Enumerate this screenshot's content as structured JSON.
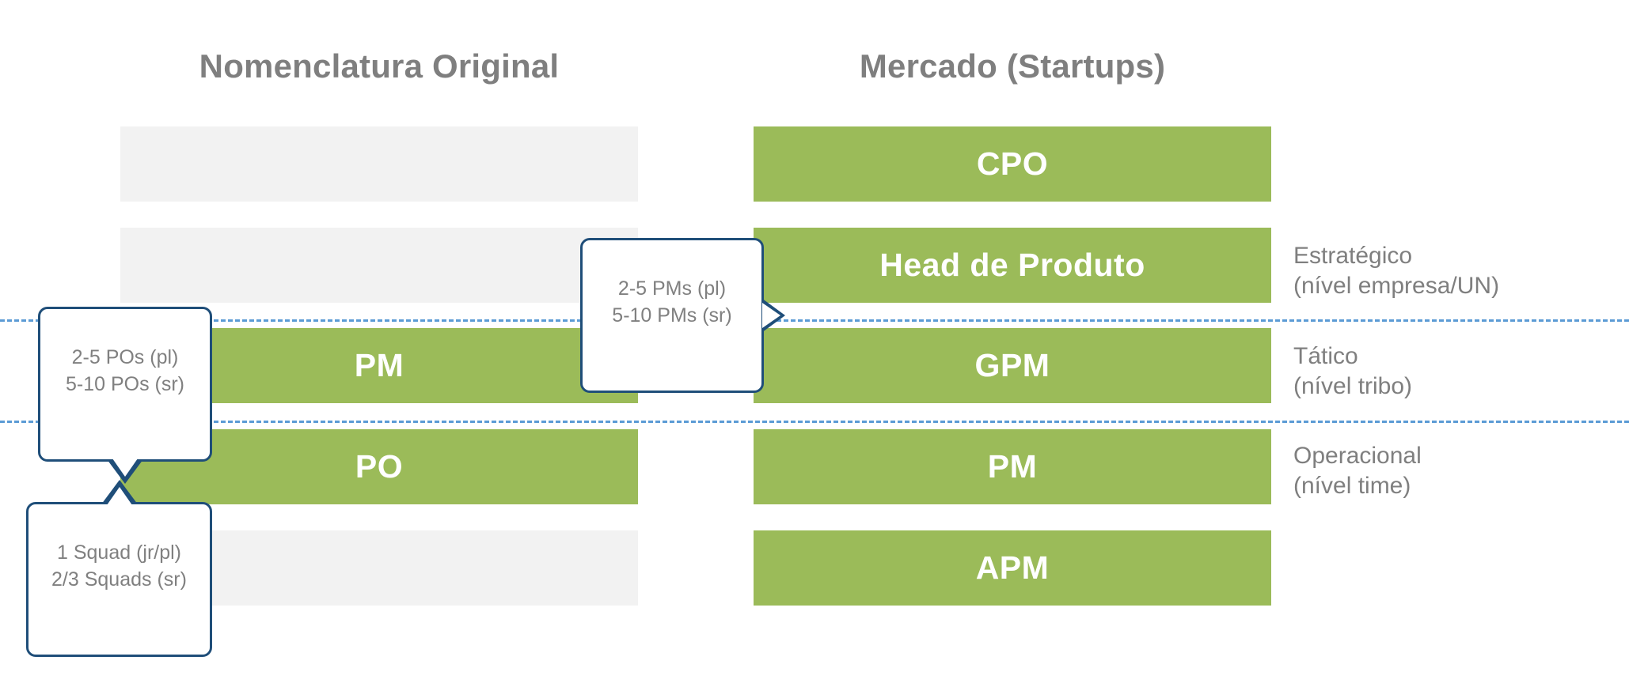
{
  "columns": {
    "left": {
      "title": "Nomenclatura Original"
    },
    "right": {
      "title": "Mercado (Startups)"
    }
  },
  "left_rows": [
    {
      "label": "",
      "kind": "ghost"
    },
    {
      "label": "",
      "kind": "ghost"
    },
    {
      "label": "PM",
      "kind": "green"
    },
    {
      "label": "PO",
      "kind": "green"
    },
    {
      "label": "",
      "kind": "ghost"
    }
  ],
  "right_rows": [
    {
      "label": "CPO",
      "kind": "green"
    },
    {
      "label": "Head de Produto",
      "kind": "green"
    },
    {
      "label": "GPM",
      "kind": "green"
    },
    {
      "label": "PM",
      "kind": "green"
    },
    {
      "label": "APM",
      "kind": "green"
    }
  ],
  "levels": [
    {
      "name": "Estratégico",
      "scope": "(nível empresa/UN)",
      "text": "Estratégico\n(nível empresa/UN)"
    },
    {
      "name": "Tático",
      "scope": "(nível tribo)",
      "text": "Tático\n(nível tribo)"
    },
    {
      "name": "Operacional",
      "scope": "(nível time)",
      "text": "Operacional\n(nível time)"
    }
  ],
  "callouts": [
    {
      "id": "pms",
      "line1": "2-5 PMs (pl)",
      "line2": "5-10 PMs (sr)",
      "text": "2-5 PMs (pl)\n5-10 PMs (sr)"
    },
    {
      "id": "pos",
      "line1": "2-5 POs (pl)",
      "line2": "5-10 POs (sr)",
      "text": "2-5 POs (pl)\n5-10 POs (sr)"
    },
    {
      "id": "squads",
      "line1": "1 Squad (jr/pl)",
      "line2": "2/3 Squads (sr)",
      "text": "1 Squad (jr/pl)\n2/3 Squads (sr)"
    }
  ],
  "colors": {
    "green": "#9BBB59",
    "ghost": "#F2F2F2",
    "title_grey": "#7F7F7F",
    "callout_border": "#1F4E79",
    "divider_blue": "#5B9BD5",
    "bar_text": "#FFFFFF"
  }
}
